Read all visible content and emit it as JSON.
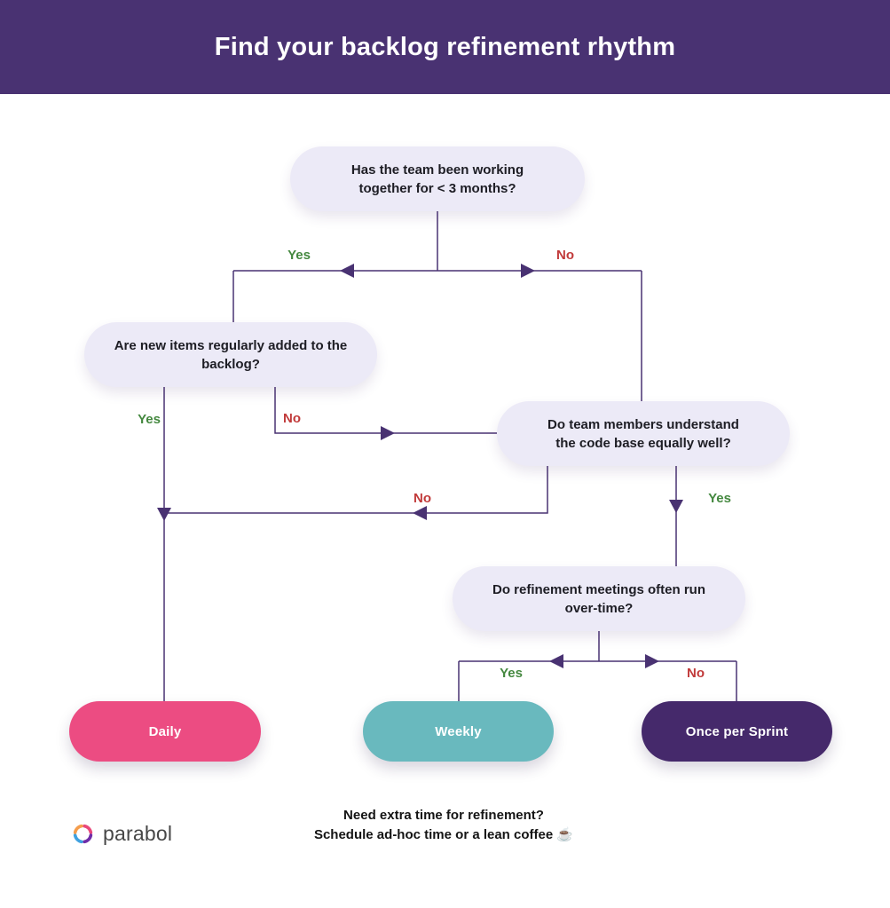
{
  "header": {
    "title": "Find your backlog refinement rhythm"
  },
  "colors": {
    "header_bg": "#493272",
    "question_bg": "#ECEAF7",
    "connector": "#493272",
    "yes": "#44883F",
    "no": "#C13A3A"
  },
  "flowchart": {
    "questions": [
      {
        "id": "q1",
        "text": "Has the team been working\ntogether for < 3 months?"
      },
      {
        "id": "q2",
        "text": "Are new items regularly added to the\nbacklog?"
      },
      {
        "id": "q3",
        "text": "Do team members understand\nthe code base equally well?"
      },
      {
        "id": "q4",
        "text": "Do refinement meetings often run\nover-time?"
      }
    ],
    "branches": {
      "q1_yes": "Yes",
      "q1_no": "No",
      "q2_yes": "Yes",
      "q2_no": "No",
      "q3_no": "No",
      "q3_yes": "Yes",
      "q4_yes": "Yes",
      "q4_no": "No"
    },
    "outcomes": [
      {
        "id": "daily",
        "label": "Daily",
        "color": "#EC4C82"
      },
      {
        "id": "weekly",
        "label": "Weekly",
        "color": "#69B9BE"
      },
      {
        "id": "sprint",
        "label": "Once per Sprint",
        "color": "#45296B"
      }
    ]
  },
  "footer": {
    "brand": "parabol",
    "note_line1": "Need extra time for refinement?",
    "note_line2": "Schedule ad-hoc time or a lean coffee ☕"
  }
}
